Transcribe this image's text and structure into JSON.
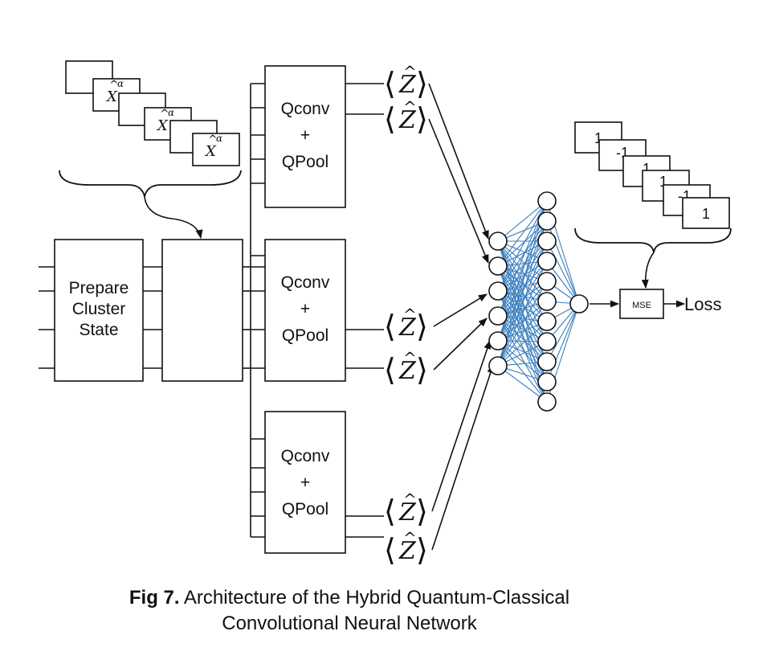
{
  "left_stack": {
    "symbol": "X",
    "hat": "^",
    "superscript": "α"
  },
  "prepare_block": {
    "lines": [
      "Prepare",
      "Cluster",
      "State"
    ]
  },
  "qconv_blocks": [
    {
      "lines": [
        "Qconv",
        "+",
        "QPool"
      ]
    },
    {
      "lines": [
        "Qconv",
        "+",
        "QPool"
      ]
    },
    {
      "lines": [
        "Qconv",
        "+",
        "QPool"
      ]
    }
  ],
  "expectation": {
    "symbol": "Z",
    "hat": "^",
    "left": "⟨",
    "right": "⟩"
  },
  "right_stack": {
    "values": [
      "1",
      "-1",
      "1",
      "1",
      "-1",
      "1"
    ]
  },
  "mse_label": "MSE",
  "loss_label": "Loss",
  "colors": {
    "nn_edges": "#3a7ebf",
    "stroke": "#111111"
  },
  "caption": {
    "label": "Fig 7.",
    "text_line1": "Architecture of the Hybrid Quantum-Classical",
    "text_line2": "Convolutional Neural Network"
  }
}
